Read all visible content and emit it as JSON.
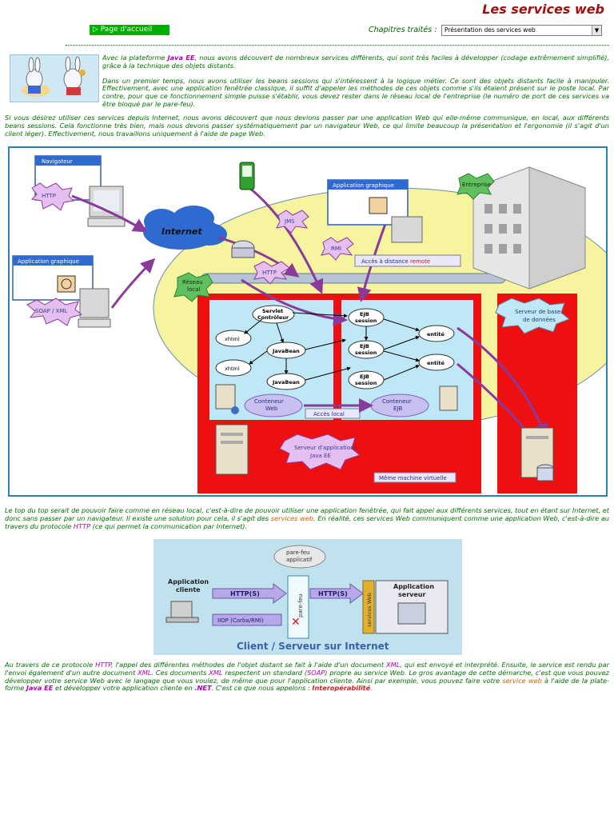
{
  "header": {
    "title": "Les services web",
    "home_button": "▷  Page d'accueil",
    "chapters_label": "Chapitres traités :",
    "chapters_selected": "Présentation des services web"
  },
  "intro": {
    "p1_pre": "Avec la plateforme ",
    "p1_javaee": "Java EE",
    "p1_post": ", nous avons découvert de nombreux services différents, qui sont très faciles à développer (codage extrêmement simplifié), grâce à la technique des objets distants.",
    "p2": "Dans un premier temps, nous avons utiliser les beans sessions qui s'intéressent à la logique métier. Ce sont des objets distants facile à manipuler. Effectivement, avec une application fenêtrée classique, il suffit d'appeler les méthodes de ces objets comme s'ils étaient présent sur le poste local. Par contre, pour que ce fonctionnement simple puisse s'établir, vous devez rester dans le réseau local de l'entreprise (le numéro de port de ces services va être bloqué par le pare-feu).",
    "p3": "Si vous désirez utiliser ces services depuis Internet, nous avons découvert que nous devions passer par une application Web qui elle-même communique, en local, aux différents beans sessions. Cela fonctionne très bien, mais nous devons passer systématiquement par un navigateur Web, ce qui limite beaucoup la présentation et l'ergonomie (il s'agit d'un client léger). Effectivement, nous travaillons uniquement à l'aide de page Web."
  },
  "diagram1": {
    "navigateur": "Navigateur",
    "http": "HTTP",
    "internet": "Internet",
    "app_graphique": "Application graphique",
    "soap_xml": "SOAP / XML",
    "reseau_local": "Réseau local",
    "jms": "JMS",
    "rmi": "RMI",
    "acces_distance": "Accès à distance",
    "remote": "remote",
    "entreprise": "Entreprise",
    "servlet": "Servlet Contrôleur",
    "xhtml": "xhtml",
    "javabean": "JavaBean",
    "ejb_session": "EJB session",
    "entite": "entité",
    "conteneur_web": "Conteneur Web",
    "conteneur_ejb": "Conteneur EJB",
    "acces_local": "Accès local",
    "serveur_app": "Serveur d'applications Java EE",
    "meme_machine": "Même machine virtuelle",
    "serveur_bd": "Serveur de base de données"
  },
  "middle": {
    "t1": "Le top du top serait de pouvoir faire comme en réseau local, c'est-à-dire de pouvoir utiliser une application fenêtrée, qui fait appel aux différents services, tout en étant sur Internet, et donc sans passer par un navigateur. Il existe une solution pour cela, il s'agit des ",
    "services_web": "services web",
    "t2": ". En réalité, ces services Web communiquent comme une application Web, c'est-à-dire au travers du protocole ",
    "http": "HTTP",
    "t3": " (ce qui permet la communication par Internet)."
  },
  "diagram2": {
    "pare_feu_app": "pare-feu applicatif",
    "app_cliente": "Application cliente",
    "https_left": "HTTP(S)",
    "iiop": "IIOP (Corba/RMI)",
    "pare_feu": "pare-feu",
    "https_right": "HTTP(S)",
    "services_web": "services Web",
    "app_serveur": "Application serveur",
    "caption": "Client / Serveur sur Internet"
  },
  "bottom": {
    "t1": "Au travers de ce protocole ",
    "http": "HTTP",
    "t2": ", l'appel des différentes méthodes de l'objet distant se fait à l'aide d'un document ",
    "xml1": "XML",
    "t3": ", qui est envoyé et interprété. Ensuite, le service est rendu par l'envoi également d'un autre document ",
    "xml2": "XML",
    "t4": ". Ces documents ",
    "xml3": "XML",
    "t5": " respectent un standard (",
    "soap": "SOAP",
    "t6": ") propre au service Web. Le gros avantage de cette démarche, c'est que vous pouvez développer votre service Web avec le langage que vous voulez, de même que pour l'application cliente. Ainsi par exemple, vous pouvez faire votre ",
    "service_web": "service web",
    "t7": " à l'aide de la plate-forme ",
    "javaee": "Java EE",
    "t8": " et développer votre application cliente en ",
    "net": ".NET",
    "t9": ". C'est ce que nous appelons : ",
    "interop": "Interopérabilité",
    "t10": "."
  }
}
